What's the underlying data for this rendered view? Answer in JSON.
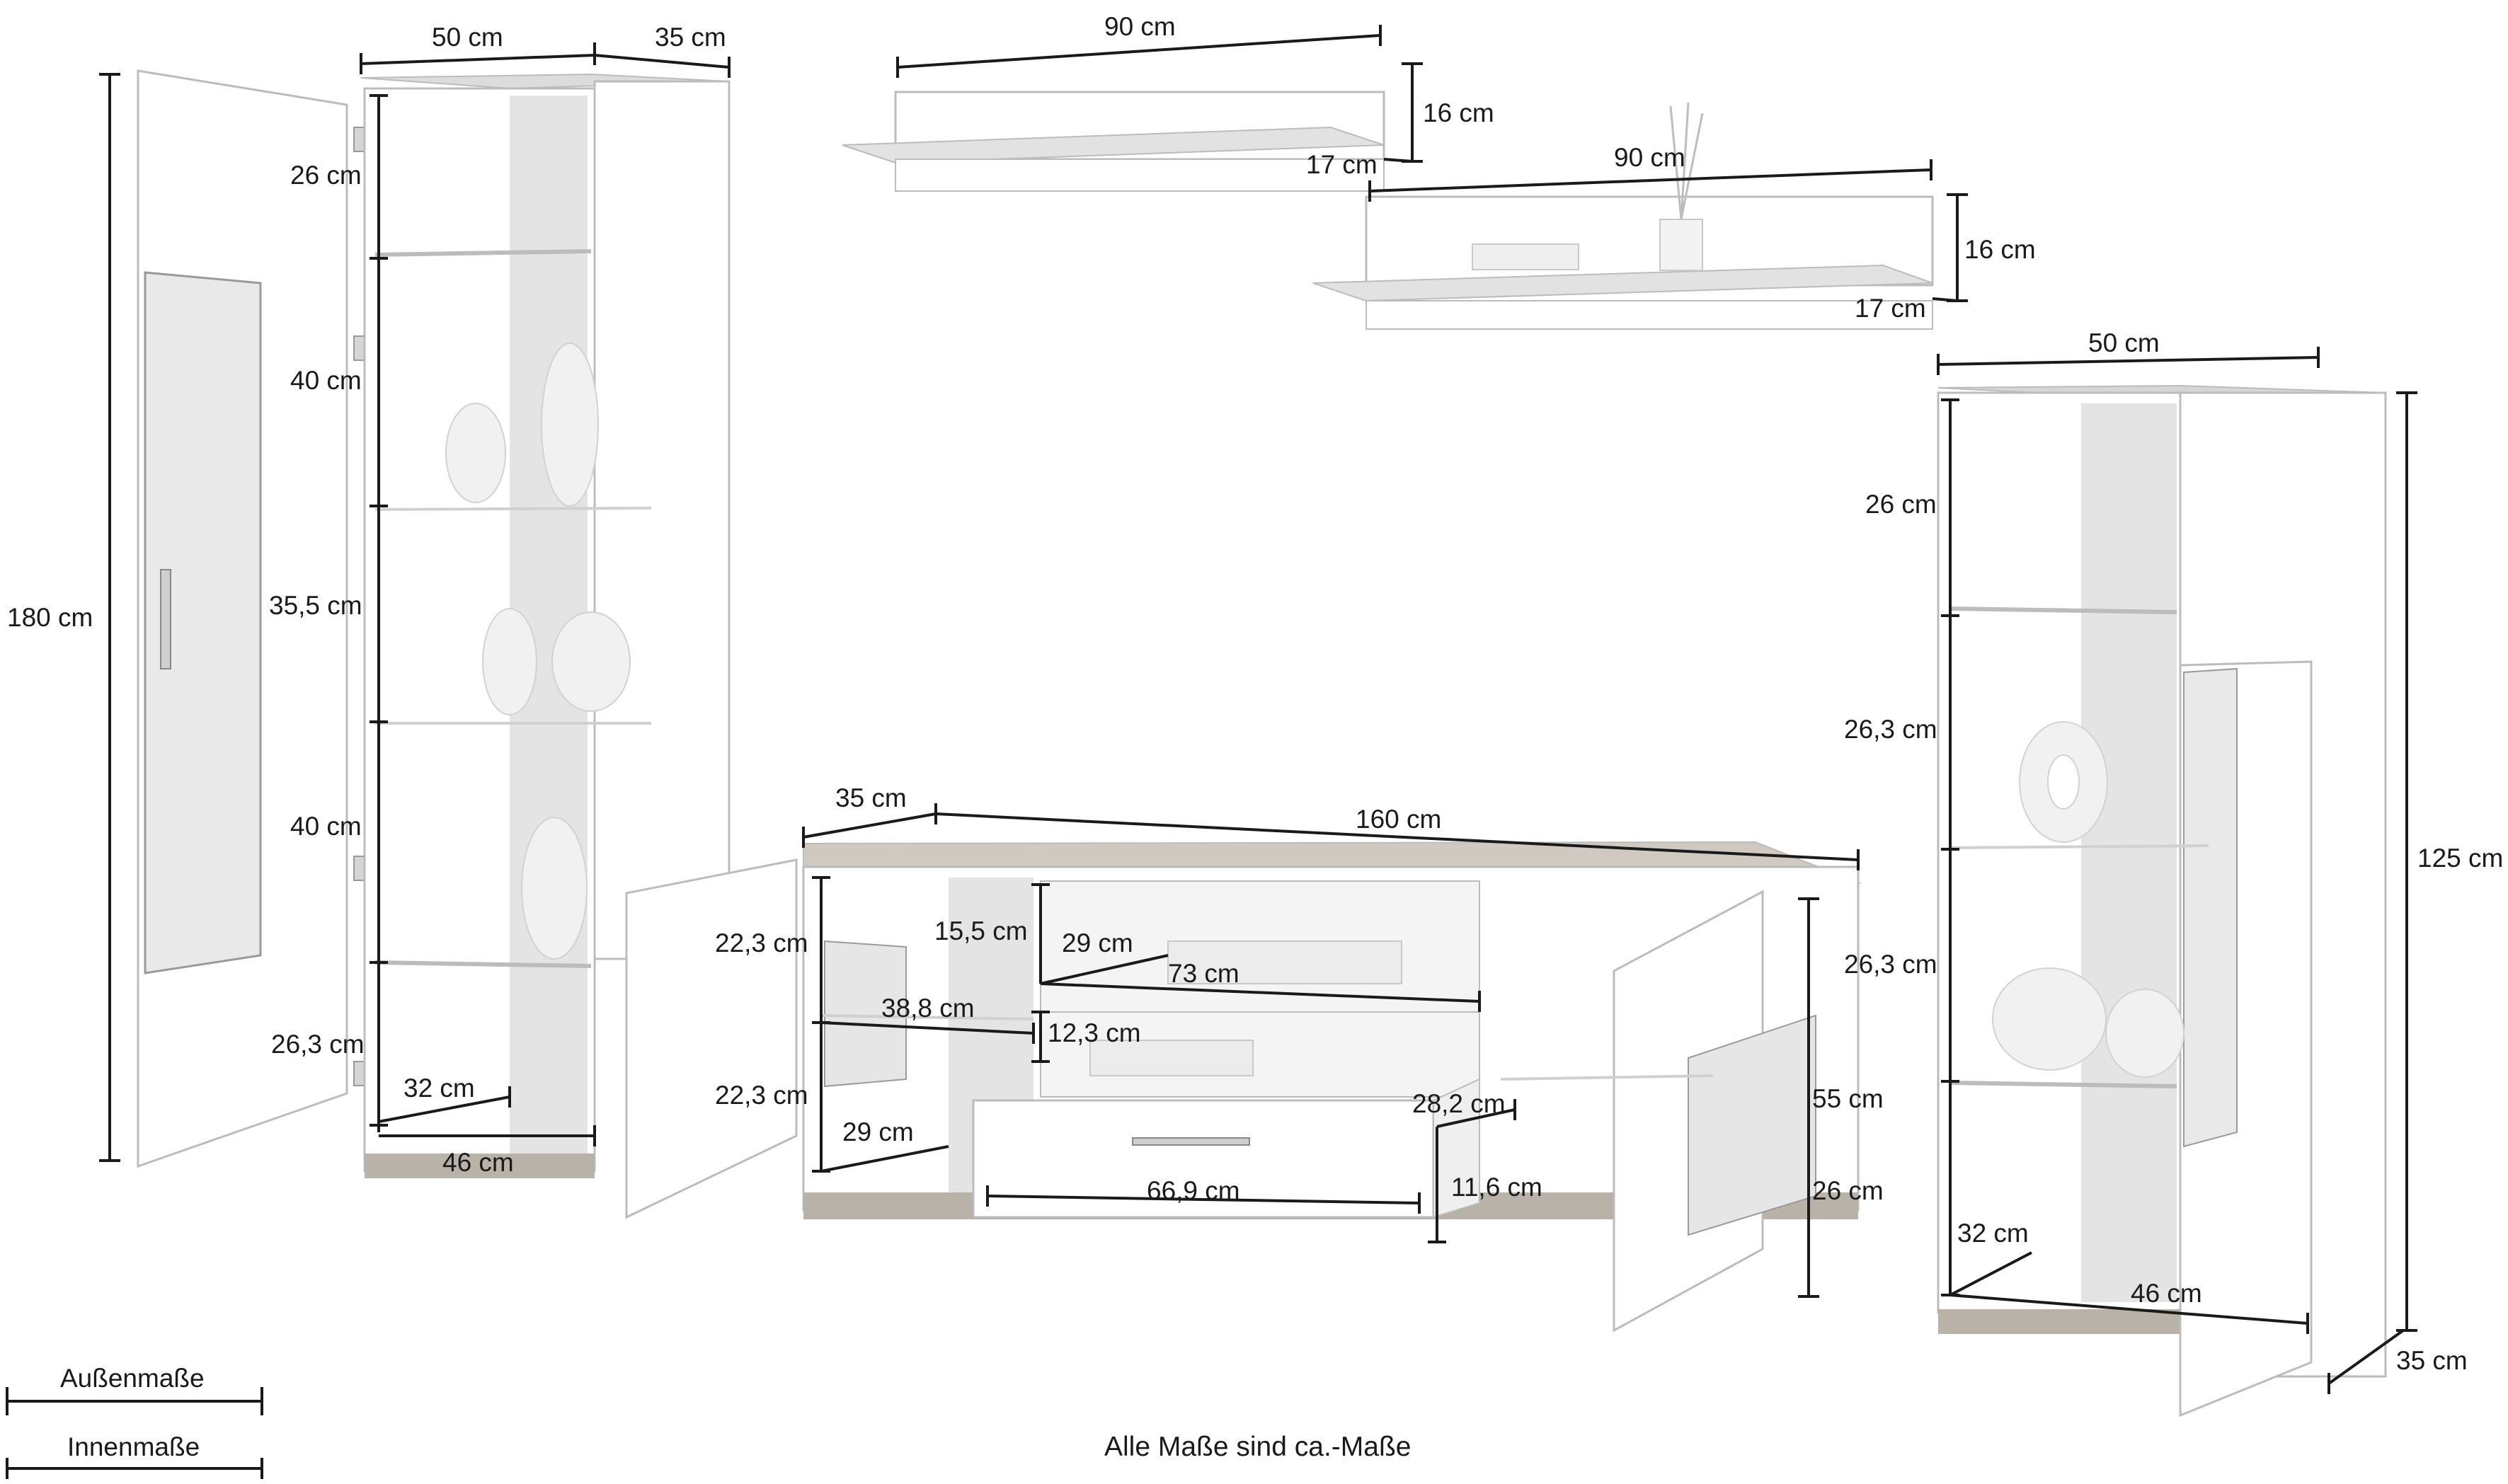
{
  "colors": {
    "line": "#1a1a1a",
    "panel": "#ffffff",
    "panel_stroke": "#bcbcbc",
    "shade": "#e6e6e6",
    "oak": "#b9b2a8"
  },
  "tall_cabinet": {
    "width": "50 cm",
    "depth": "35 cm",
    "height": "180 cm",
    "inner": [
      "26 cm",
      "40 cm",
      "35,5 cm",
      "40 cm",
      "26,3 cm"
    ],
    "inner_depth": "32 cm",
    "inner_width": "46 cm"
  },
  "shelf_top": {
    "width": "90 cm",
    "height": "16 cm",
    "depth": "17 cm"
  },
  "shelf_mid": {
    "width": "90 cm",
    "height": "16 cm",
    "depth": "17 cm"
  },
  "tv_board": {
    "depth": "35 cm",
    "width": "160 cm",
    "height": "55 cm",
    "left_compartments": [
      "22,3 cm",
      "22,3 cm"
    ],
    "left_inner_width": "38,8 cm",
    "left_inner_depth": "29 cm",
    "open_top": "15,5 cm",
    "open_top_depth": "29 cm",
    "open_width": "73 cm",
    "open_mid": "12,3 cm",
    "drawer_depth": "28,2 cm",
    "drawer_width": "66,9 cm",
    "drawer_height": "11,6 cm",
    "right_compartment": "26 cm"
  },
  "small_cabinet": {
    "width": "50 cm",
    "height": "125 cm",
    "depth": "35 cm",
    "inner": [
      "26 cm",
      "26,3 cm",
      "26,3 cm"
    ],
    "inner_depth": "32 cm",
    "inner_width": "46 cm"
  },
  "legend": {
    "outer": "Außenmaße",
    "inner": "Innenmaße"
  },
  "note": "Alle Maße sind ca.-Maße"
}
